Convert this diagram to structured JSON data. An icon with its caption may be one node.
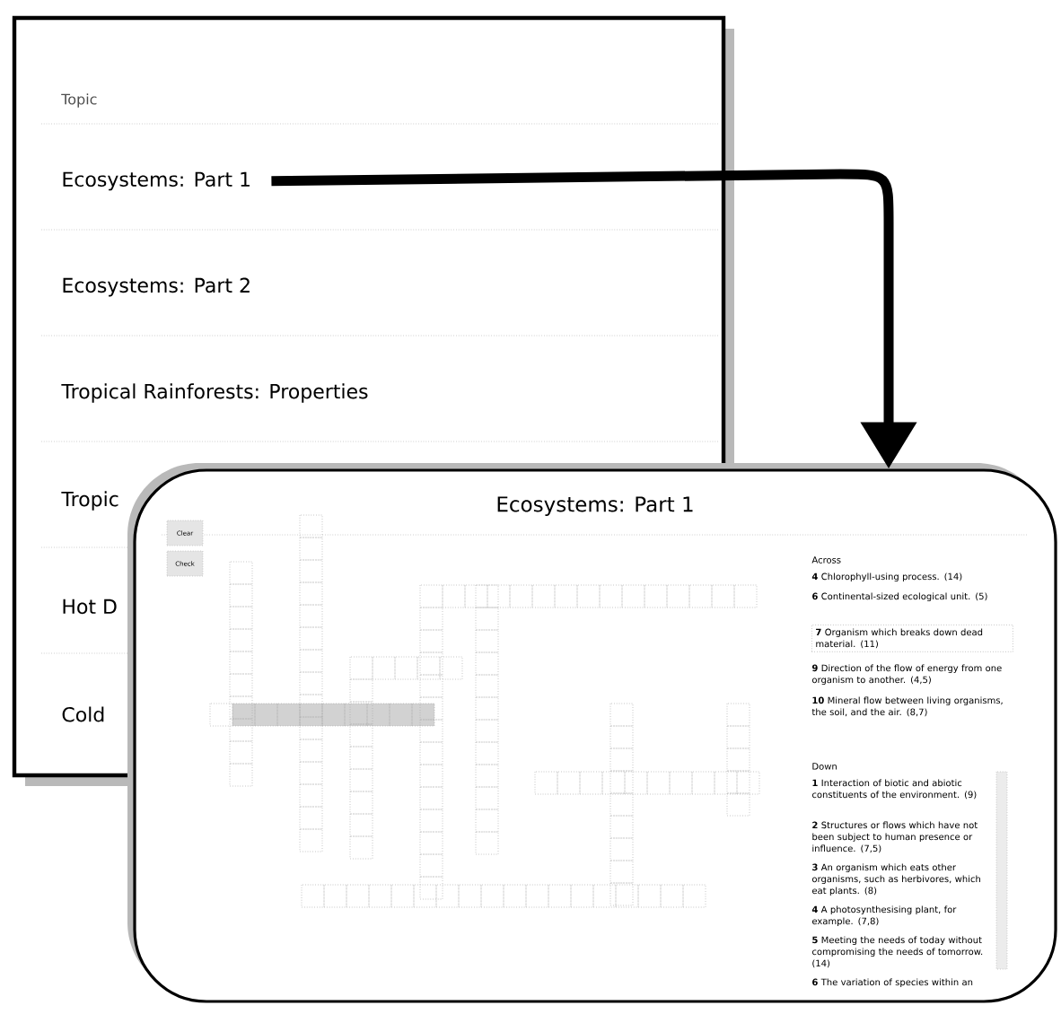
{
  "diagram": {
    "nodes": [
      {
        "text": [
          "Topic"
        ]
      },
      {
        "text": [
          "Ecosystems: Part 1"
        ],
        "in": 0
      },
      {
        "text": [
          "Ecosystems: Part 2"
        ],
        "in": 0
      },
      {
        "text": [
          "Tropical Rainforests: Properties"
        ],
        "in": 0
      },
      {
        "text": [
          "Tropic"
        ],
        "in": 0
      },
      {
        "text": [
          "Hot D"
        ],
        "in": 0
      },
      {
        "text": [
          "Cold"
        ],
        "in": 0
      },
      {
        "text": [
          "Ecosystems: Part 1"
        ]
      }
    ],
    "edges": [
      {
        "from": 1,
        "to": 7,
        "arrow": "to"
      }
    ],
    "labels": [
      "Clear",
      "Check",
      "Across",
      "**4** Chlorophyll-using process. (14)",
      "**6** Continental-sized ecological unit. (5)",
      "**7** Organism which breaks down dead material. (11)",
      "**9** Direction of the flow of energy from one organism to another. (4,5)",
      "**10** Mineral flow between living organisms, the soil, and the air. (8,7)",
      "Down",
      "**1** Interaction of biotic and abiotic constituents of the environment. (9)",
      "**2** Structures or flows which have not been subject to human presence or influence. (7,5)",
      "**3** An organism which eats other organisms, such as herbivores, which eat plants. (8)",
      "**4** A photosynthesising plant, for example. (7,8)",
      "**5** Meeting the needs of today without compromising the needs of tomorrow. (14)",
      "**6** The variation of species within an"
    ]
  }
}
